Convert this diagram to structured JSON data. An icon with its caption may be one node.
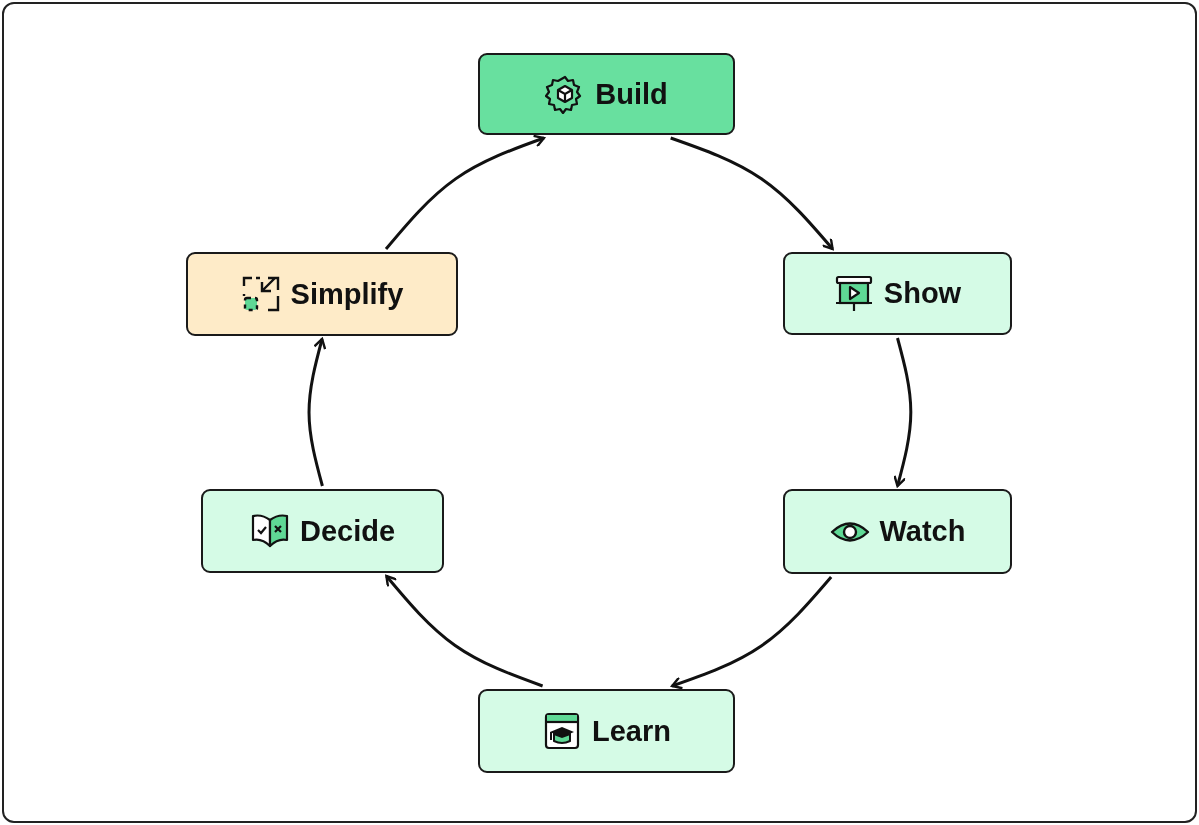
{
  "diagram": {
    "nodes": [
      {
        "text": [
          "Build"
        ]
      },
      {
        "text": [
          "Show"
        ]
      },
      {
        "text": [
          "Watch"
        ]
      },
      {
        "text": [
          "Learn"
        ]
      },
      {
        "text": [
          "Decide"
        ]
      },
      {
        "text": [
          "Simplify"
        ]
      }
    ],
    "edges": [
      {
        "from": 0,
        "to": 1,
        "arrow": "to"
      },
      {
        "from": 1,
        "to": 2,
        "arrow": "to"
      },
      {
        "from": 2,
        "to": 3,
        "arrow": "to"
      },
      {
        "from": 3,
        "to": 4,
        "arrow": "to"
      },
      {
        "from": 4,
        "to": 5,
        "arrow": "to"
      },
      {
        "from": 5,
        "to": 0,
        "arrow": "to"
      }
    ]
  }
}
